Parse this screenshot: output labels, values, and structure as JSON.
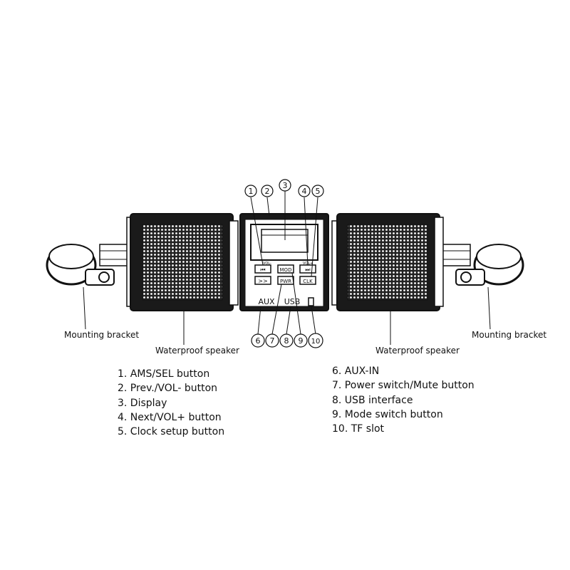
{
  "callouts": {
    "n1": "1",
    "n2": "2",
    "n3": "3",
    "n4": "4",
    "n5": "5",
    "n6": "6",
    "n7": "7",
    "n8": "8",
    "n9": "9",
    "n10": "10"
  },
  "device": {
    "vol_minus": "VOL-",
    "vol_plus": "VOL+",
    "prev_symbol": "⏮",
    "next_symbol": "⏭",
    "ams_symbol": ">>",
    "mod": "MOD",
    "pwr": "PWR",
    "clk": "CLK",
    "aux": "AUX",
    "usb": "USB"
  },
  "labels": {
    "left_bracket": "Mounting bracket",
    "right_bracket": "Mounting bracket",
    "left_speaker": "Waterproof speaker",
    "right_speaker": "Waterproof speaker"
  },
  "legend_left": [
    "1. AMS/SEL button",
    "2. Prev./VOL- button",
    "3. Display",
    "4. Next/VOL+ button",
    "5. Clock setup button"
  ],
  "legend_right": [
    "6. AUX-IN",
    "7. Power switch/Mute button",
    "8. USB interface",
    "9. Mode switch button",
    "10. TF slot"
  ]
}
